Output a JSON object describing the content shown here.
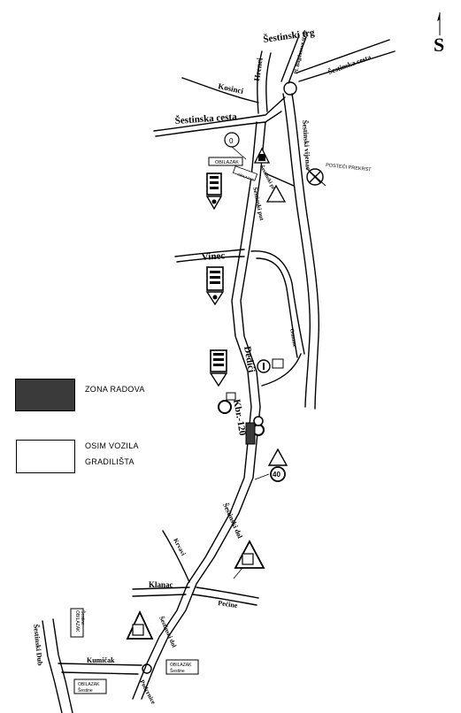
{
  "compass": {
    "label": "S"
  },
  "streets": {
    "sestinski_trg": "Šestinski trg",
    "pl_bogdanovac": "Pl. Bogdanove staze",
    "sestinska_cesta_right": "Šestinska cesta",
    "hrenci": "Hrenci",
    "kosinci": "Kosinci",
    "sestinska_cesta_left": "Šestinska cesta",
    "sestinski_vijenac": "Šestinski vijenac",
    "sestinski_prilaz": "Šestinski prilaz",
    "sestinski_put": "Šestinski put",
    "vinec": "Vinec",
    "dedici": "Dedići",
    "osmane": "Osmane",
    "kbr": "Kbr.-120",
    "sestinski_dol": "Šestinski dol",
    "krvavi": "Krvavi",
    "klanac": "Klanac",
    "pecine": "Pećine",
    "sestinski_dol_lower": "Šestinski dol",
    "gornji_dub": "Šestinski Dub",
    "kumicak": "Kumičak",
    "podcrne": "Podcrnice"
  },
  "signs": {
    "no_stop_sign": "POSTEĆI PREKRST",
    "obilazak_1": "OBILAZAK",
    "obilazak_2": "OBILAZAK",
    "obilazak_3_line1": "OBILAZAK",
    "obilazak_3_line2": "Šestine",
    "obilazak_4_line1": "OBILAZAK",
    "obilazak_4_line2": "Šestine",
    "obilazak_5_line1": "OBILAZAK",
    "obilazak_5_line2": "Šestine",
    "speed_limit": "40",
    "small_sign": "0"
  },
  "legend": {
    "work_zone": "ZONA RADOVA",
    "except_line1": "OSIM VOZILA",
    "except_line2": "GRADILIŠTA"
  },
  "colors": {
    "work_zone_fill": "#3a3a3a",
    "ink": "#000000",
    "paper": "#ffffff"
  }
}
